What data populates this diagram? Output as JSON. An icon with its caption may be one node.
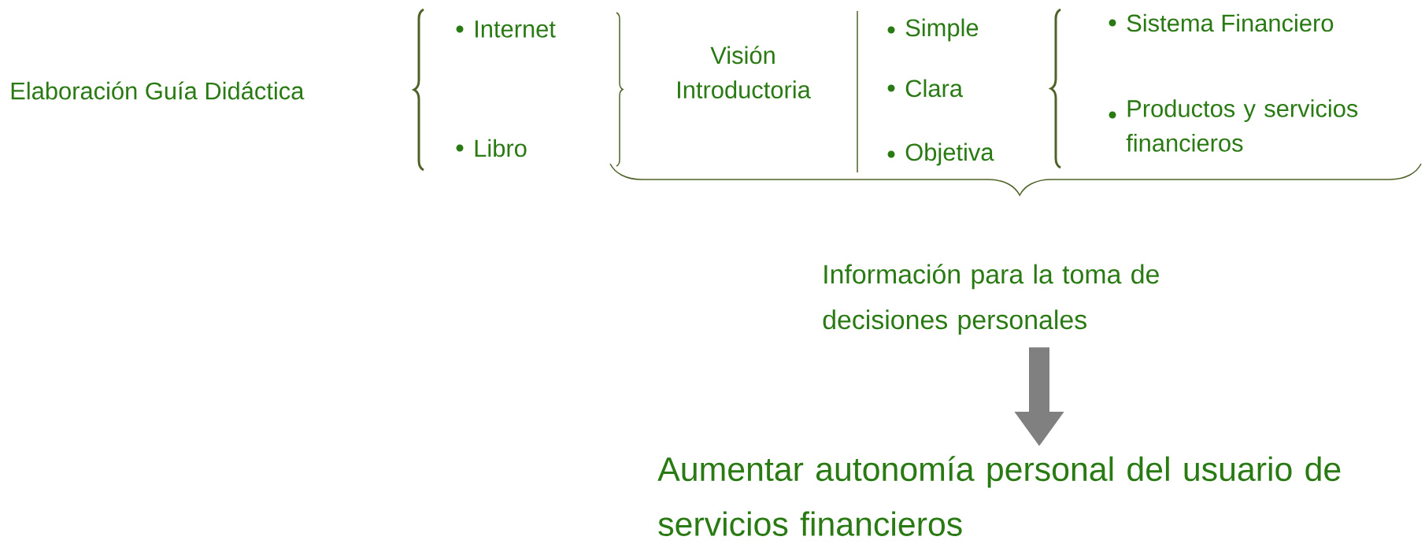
{
  "diagram": {
    "nodes": [
      {
        "text": [
          "Información para la toma de decisiones personales"
        ]
      },
      {
        "text": [
          "Aumentar autonomía personal del usuario de servicios financieros"
        ]
      }
    ],
    "edges": [
      {
        "from": 0,
        "to": 1,
        "arrow": "to"
      }
    ],
    "labels": [
      "Elaboración Guía Didáctica",
      "Internet",
      "Libro",
      "Visión Introductoria",
      "Simple",
      "Clara",
      "Objetiva",
      "Sistema Financiero",
      "Productos y servicios financieros"
    ]
  }
}
